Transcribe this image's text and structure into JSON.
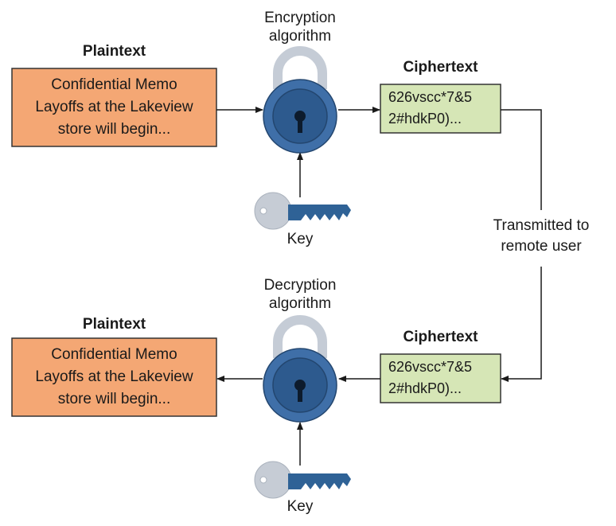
{
  "top": {
    "plaintext_label": "Plaintext",
    "plaintext_lines": [
      "Confidential Memo",
      "Layoffs at the Lakeview",
      "store will begin..."
    ],
    "algorithm_line1": "Encryption",
    "algorithm_line2": "algorithm",
    "ciphertext_label": "Ciphertext",
    "ciphertext_lines": [
      "626vscc*7&5",
      "2#hdkP0)..."
    ],
    "key_label": "Key"
  },
  "transmit": {
    "line1": "Transmitted to",
    "line2": "remote user"
  },
  "bottom": {
    "plaintext_label": "Plaintext",
    "plaintext_lines": [
      "Confidential Memo",
      "Layoffs at the Lakeview",
      "store will begin..."
    ],
    "algorithm_line1": "Decryption",
    "algorithm_line2": "algorithm",
    "ciphertext_label": "Ciphertext",
    "ciphertext_lines": [
      "626vscc*7&5",
      "2#hdkP0)..."
    ],
    "key_label": "Key"
  },
  "colors": {
    "plaintext_fill": "#f4a774",
    "ciphertext_fill": "#d6e6b6",
    "lock_blue": "#3f6fa8",
    "lock_dark": "#23466f",
    "shackle_gray": "#c5ccd6",
    "key_blue": "#2f6296",
    "key_gray": "#c6ccd5"
  }
}
